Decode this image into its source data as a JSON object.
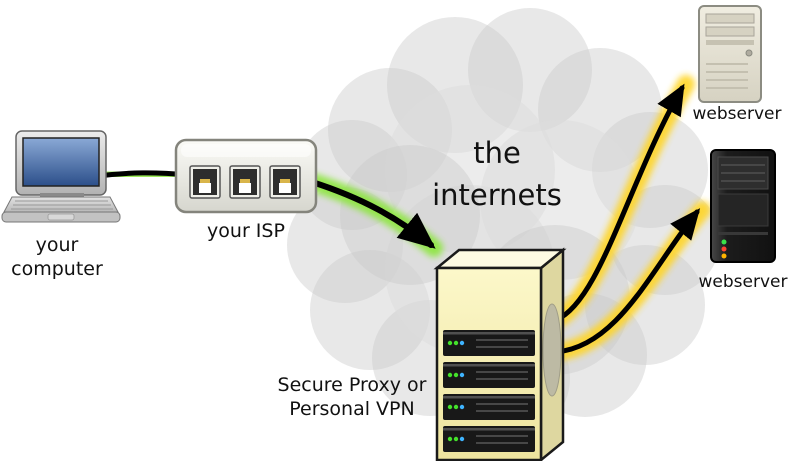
{
  "diagram": {
    "labels": {
      "computer_line1": "your",
      "computer_line2": "computer",
      "isp": "your ISP",
      "cloud_line1": "the",
      "cloud_line2": "internets",
      "proxy_line1": "Secure Proxy or",
      "proxy_line2": "Personal VPN",
      "webserver_top": "webserver",
      "webserver_bottom": "webserver"
    },
    "colors": {
      "secure_link_glow": "#8ce63c",
      "proxied_link_glow": "#ffd525",
      "cloud": "#c8c8c8",
      "arrow": "#000000",
      "proxy_body": "#f8f2b8"
    }
  }
}
